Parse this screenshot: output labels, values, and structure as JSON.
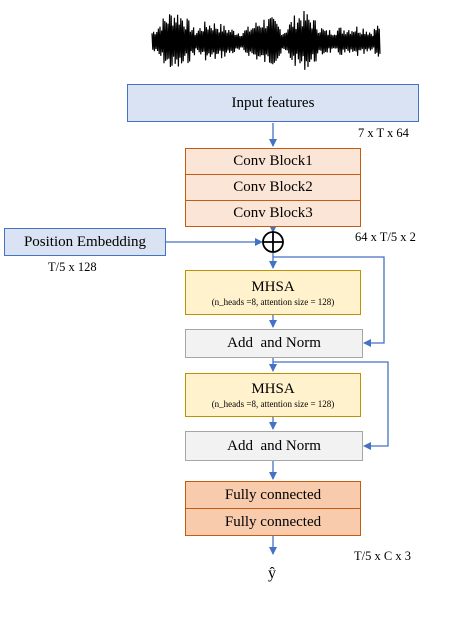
{
  "input_box": {
    "label": "Input features"
  },
  "dim_input": "7 x T x 64",
  "conv_blocks": [
    "Conv Block1",
    "Conv Block2",
    "Conv Block3"
  ],
  "position_embedding": {
    "label": "Position Embedding",
    "dim": "T/5 x 128"
  },
  "dim_conv": "64 x T/5 x 2",
  "mhsa": {
    "title": "MHSA",
    "params": "(n_heads =8, attention size = 128)"
  },
  "add_norm": "Add  and Norm",
  "fc": [
    "Fully connected",
    "Fully connected"
  ],
  "dim_output": "T/5 x C x 3",
  "output_symbol": "ŷ",
  "colors": {
    "arrow": "#4472c4",
    "input": "#dae3f3",
    "conv": "#fbe5d6",
    "mhsa": "#fff2cc",
    "norm": "#f2f2f2",
    "fc": "#f8cbad"
  }
}
